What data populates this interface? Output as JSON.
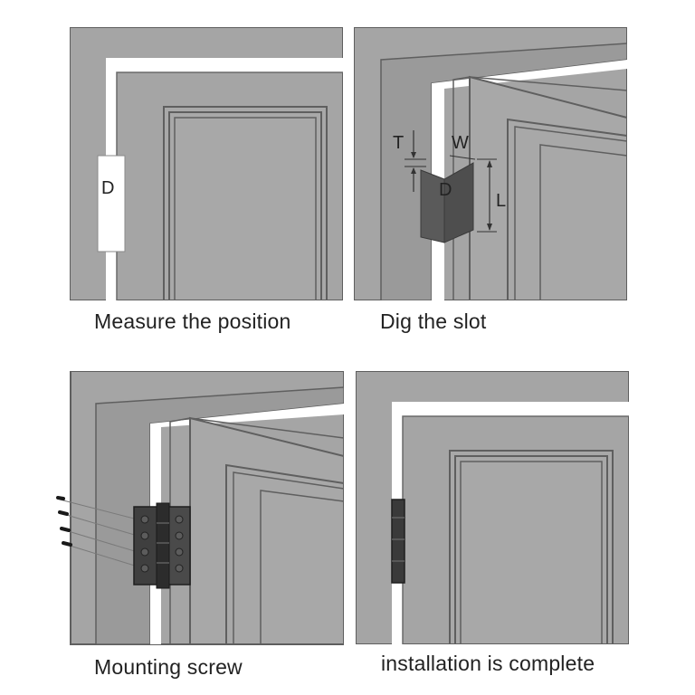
{
  "steps": [
    {
      "caption": "Measure the position",
      "marks": {
        "d": "D"
      }
    },
    {
      "caption": "Dig the slot",
      "marks": {
        "t": "T",
        "w": "W",
        "d": "D",
        "l": "L"
      }
    },
    {
      "caption": "Mounting screw"
    },
    {
      "caption": "installation is complete"
    }
  ],
  "colors": {
    "wall": "#a5a5a5",
    "frame": "#9e9e9e",
    "door": "#a8a8a8",
    "line": "#5f5f5f",
    "gap": "#ffffff",
    "slot": "#565656",
    "hinge": "#3e3e3e"
  }
}
